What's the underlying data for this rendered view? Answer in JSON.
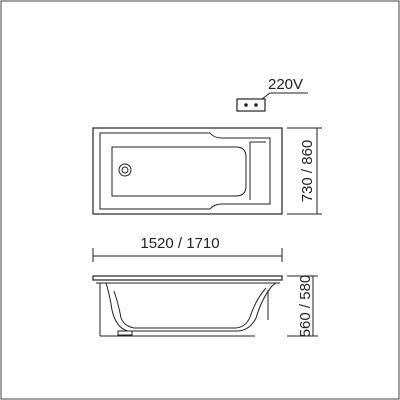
{
  "diagram": {
    "power_label": "220V",
    "length_label": "1520 / 1710",
    "width_label": "730 / 860",
    "height_label": "560 / 580"
  },
  "colors": {
    "line": "#222222",
    "background": "#ffffff"
  }
}
